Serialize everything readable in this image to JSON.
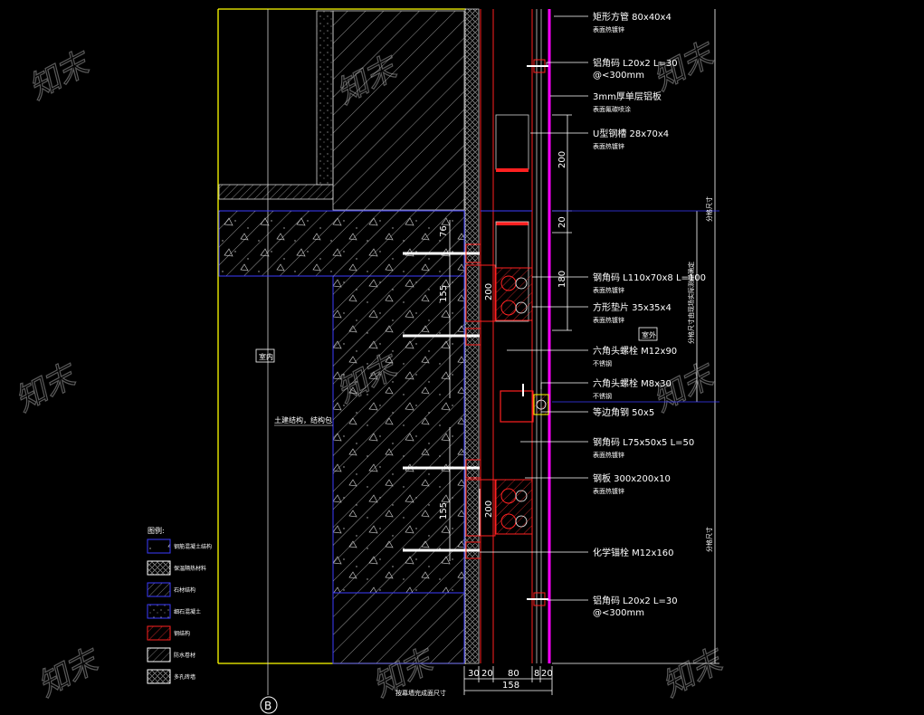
{
  "callouts": [
    {
      "main": "矩形方管 80x40x4",
      "sub": "表面热镀锌"
    },
    {
      "main": "铝角码 L20x2 L=30",
      "sub": "@<300mm"
    },
    {
      "main": "3mm厚单层铝板",
      "sub": "表面氟碳喷涂"
    },
    {
      "main": "U型钢槽 28x70x4",
      "sub": "表面热镀锌"
    },
    {
      "main": "钢角码 L110x70x8 L=100",
      "sub": "表面热镀锌"
    },
    {
      "main": "方形垫片 35x35x4",
      "sub": "表面热镀锌"
    },
    {
      "main": "六角头螺栓 M12x90",
      "sub": "不锈钢"
    },
    {
      "main": "六角头螺栓 M8x30",
      "sub": "不锈钢"
    },
    {
      "main": "等边角钢 50x5",
      "sub": ""
    },
    {
      "main": "钢角码 L75x50x5 L=50",
      "sub": "表面热镀锌"
    },
    {
      "main": "钢板 300x200x10",
      "sub": "表面热镀锌"
    },
    {
      "main": "化学锚栓 M12x160",
      "sub": ""
    },
    {
      "main": "铝角码 L20x2 L=30",
      "sub": "@<300mm"
    }
  ],
  "dims_right": [
    "200",
    "20",
    "180"
  ],
  "dims_left": [
    "76",
    "155",
    "155"
  ],
  "dims_plate": [
    "200",
    "200"
  ],
  "dims_bottom": [
    "30",
    "20",
    "80",
    "8",
    "20"
  ],
  "dim_total": "158",
  "bottom_note": "按幕墙完成面尺寸",
  "grid_axis": "B",
  "tag_indoor": "室内",
  "tag_outdoor": "室外",
  "note_slab": "土建结构，结构包",
  "vertical_dims": [
    "分格尺寸",
    "分格尺寸"
  ],
  "vertical_note": "分格尺寸由现场实际测量确定",
  "legend": {
    "title": "图例:",
    "items": [
      {
        "label": "钢筋混凝土结构",
        "pattern": "rc"
      },
      {
        "label": "保温隔热材料",
        "pattern": "circles"
      },
      {
        "label": "石材结构",
        "pattern": "stone"
      },
      {
        "label": "细石混凝土",
        "pattern": "concrete"
      },
      {
        "label": "钢结构",
        "pattern": "steel"
      },
      {
        "label": "防水卷材",
        "pattern": "membrane"
      },
      {
        "label": "多孔砖墙",
        "pattern": "brick"
      }
    ]
  },
  "watermark": "知末",
  "colors": {
    "background": "#000000",
    "frame": "#ffff00",
    "structure": "#3b3bff",
    "steel": "#ff2020",
    "panel": "#ff00ff",
    "dimension": "#ffffff",
    "leader": "#ffffff"
  }
}
